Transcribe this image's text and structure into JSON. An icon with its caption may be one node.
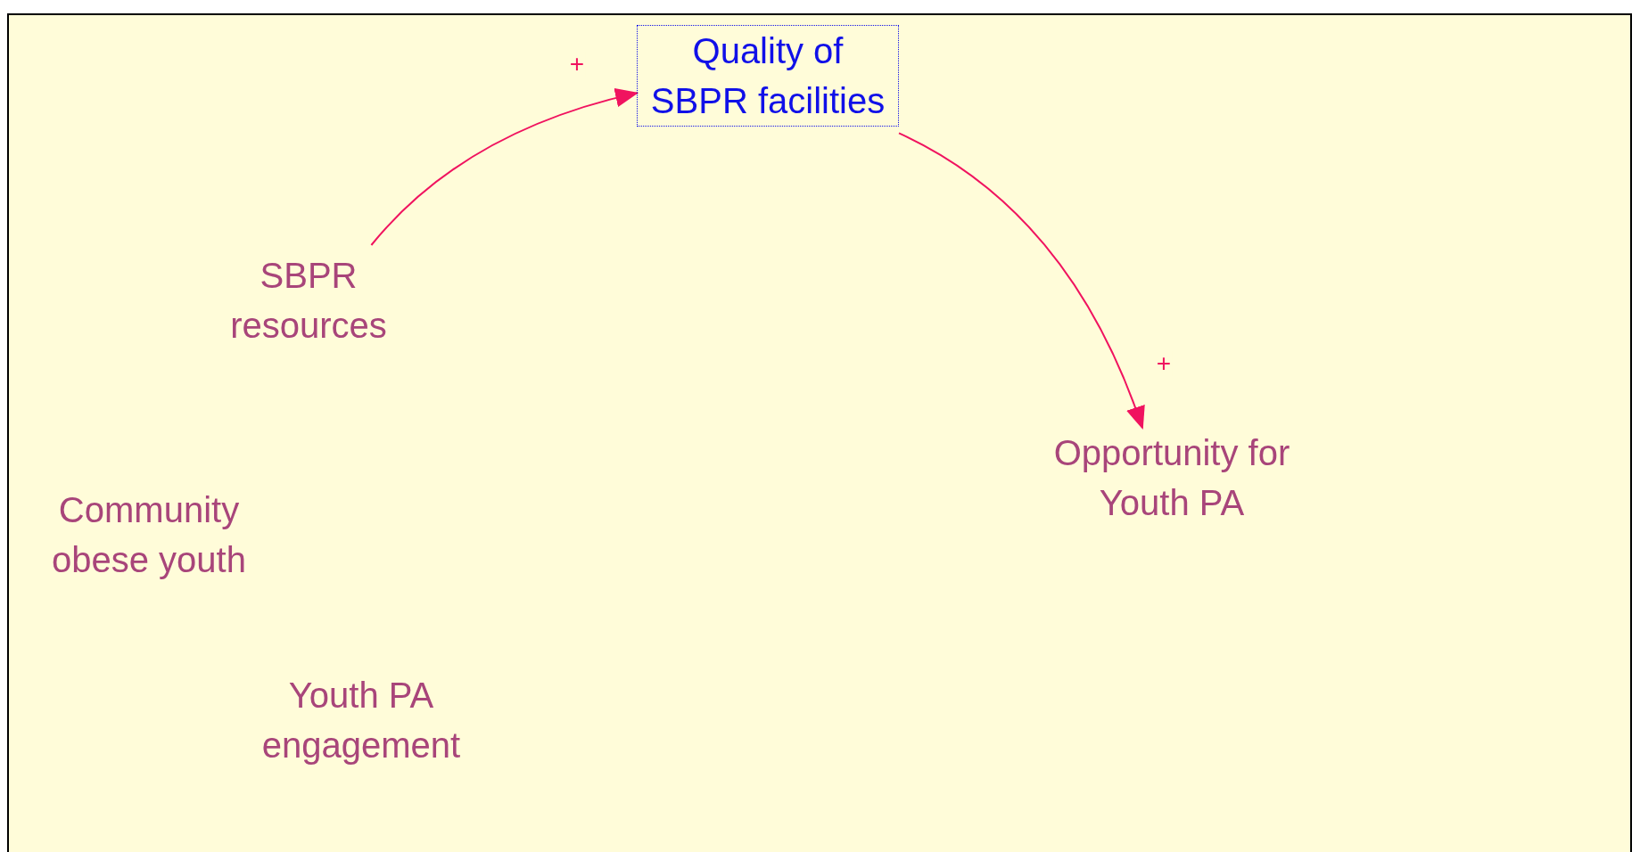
{
  "diagram": {
    "nodes": [
      {
        "text": [
          "Quality of SBPR facilities"
        ]
      },
      {
        "text": [
          "SBPR resources"
        ]
      },
      {
        "text": [
          "Opportunity for Youth PA"
        ]
      },
      {
        "text": [
          "Community obese youth"
        ]
      },
      {
        "text": [
          "Youth PA engagement"
        ]
      }
    ],
    "edges": [
      {
        "from": 1,
        "to": 0,
        "arrow": "to",
        "label": "+"
      },
      {
        "from": 0,
        "to": 2,
        "arrow": "to",
        "label": "+"
      }
    ]
  }
}
